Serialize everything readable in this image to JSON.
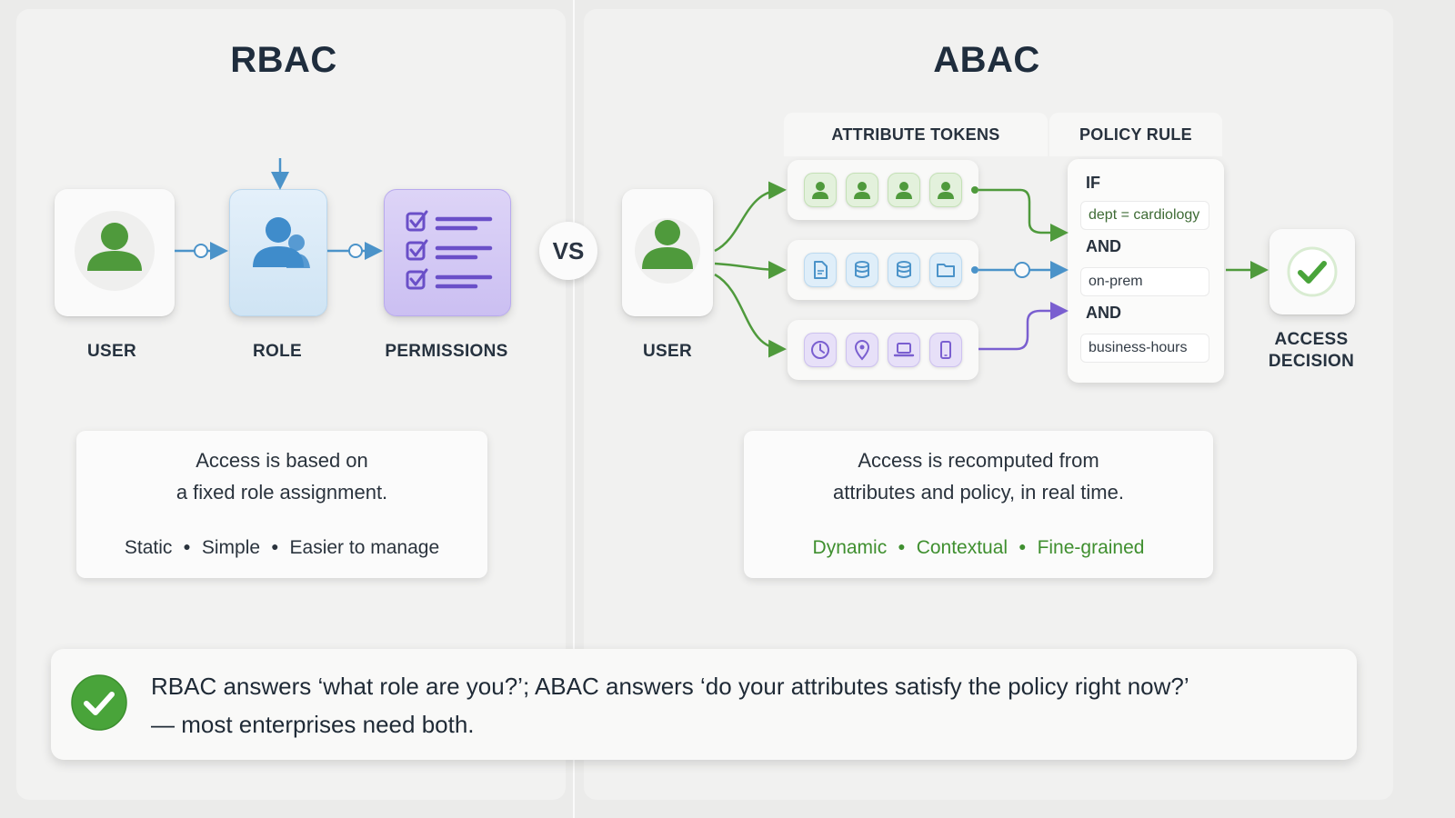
{
  "rbac": {
    "title": "RBAC",
    "user_label": "USER",
    "role_label": "ROLE",
    "permissions_label": "PERMISSIONS",
    "desc_line1": "Access is based on",
    "desc_line2": "a fixed role assignment.",
    "tags": [
      "Static",
      "Simple",
      "Easier to manage"
    ]
  },
  "vs_label": "VS",
  "abac": {
    "title": "ABAC",
    "attribute_tokens_label": "ATTRIBUTE TOKENS",
    "policy_rule_label": "POLICY RULE",
    "user_label": "USER",
    "decision_label_line1": "ACCESS",
    "decision_label_line2": "DECISION",
    "policy": {
      "if": "IF",
      "cond1": "dept = cardiology",
      "and1": "AND",
      "cond2": "on-prem",
      "and2": "AND",
      "cond3": "business-hours"
    },
    "desc_line1": "Access is recomputed from",
    "desc_line2": "attributes and policy, in real time.",
    "tags": [
      "Dynamic",
      "Contextual",
      "Fine-grained"
    ],
    "token_rows": [
      {
        "color": "#4f9a3c",
        "icons": [
          "user-icon",
          "user-icon",
          "user-icon",
          "user-icon"
        ]
      },
      {
        "color": "#4b93c9",
        "icons": [
          "file-icon",
          "database-icon",
          "database-icon",
          "folder-icon"
        ]
      },
      {
        "color": "#7a5fd0",
        "icons": [
          "clock-icon",
          "location-pin-icon",
          "laptop-icon",
          "phone-icon"
        ]
      }
    ]
  },
  "footer": {
    "line1": "RBAC answers ‘what role are you?’; ABAC answers ‘do your attributes satisfy the policy right now?’",
    "line2": "— most enterprises need both."
  },
  "colors": {
    "green": "#4f9a3c",
    "blue": "#4b93c9",
    "purple": "#7a5fd0",
    "check_green": "#49a43a"
  }
}
